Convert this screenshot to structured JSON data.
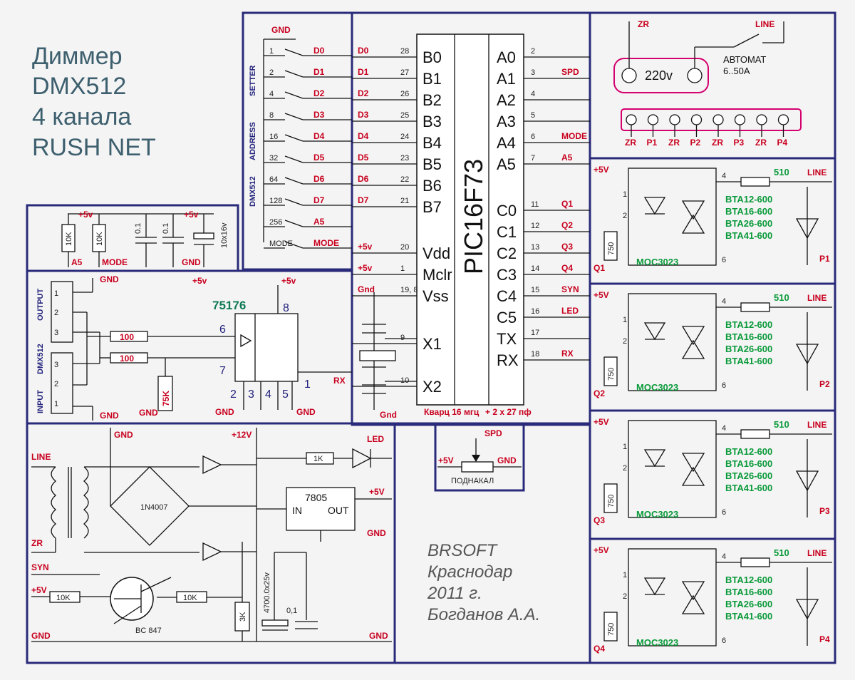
{
  "title": {
    "line1": "Диммер",
    "line2": "DMX512",
    "line3": "4 канала",
    "line4": "RUSH NET"
  },
  "mcu": {
    "name": "PIC16F73",
    "left_pins": [
      {
        "label": "B0",
        "num": "28",
        "net": "D0"
      },
      {
        "label": "B1",
        "num": "27",
        "net": "D1"
      },
      {
        "label": "B2",
        "num": "26",
        "net": "D2"
      },
      {
        "label": "B3",
        "num": "25",
        "net": "D3"
      },
      {
        "label": "B4",
        "num": "24",
        "net": "D4"
      },
      {
        "label": "B5",
        "num": "23",
        "net": "D5"
      },
      {
        "label": "B6",
        "num": "22",
        "net": "D6"
      },
      {
        "label": "B7",
        "num": "21",
        "net": "D7"
      },
      {
        "label": "Vdd",
        "num": "20",
        "net": "+5v"
      },
      {
        "label": "Mclr",
        "num": "1",
        "net": "+5v"
      },
      {
        "label": "Vss",
        "num": "19, 8",
        "net": "Gnd"
      },
      {
        "label": "X1",
        "num": "9",
        "net": ""
      },
      {
        "label": "X2",
        "num": "10",
        "net": ""
      }
    ],
    "right_pins": [
      {
        "label": "A0",
        "num": "2",
        "net": ""
      },
      {
        "label": "A1",
        "num": "3",
        "net": "SPD"
      },
      {
        "label": "A2",
        "num": "4",
        "net": ""
      },
      {
        "label": "A3",
        "num": "5",
        "net": ""
      },
      {
        "label": "A4",
        "num": "6",
        "net": "MODE"
      },
      {
        "label": "A5",
        "num": "7",
        "net": "A5"
      },
      {
        "label": "C0",
        "num": "11",
        "net": "Q1"
      },
      {
        "label": "C1",
        "num": "12",
        "net": "Q2"
      },
      {
        "label": "C2",
        "num": "13",
        "net": "Q3"
      },
      {
        "label": "C3",
        "num": "14",
        "net": "Q4"
      },
      {
        "label": "C4",
        "num": "15",
        "net": "SYN"
      },
      {
        "label": "C5",
        "num": "16",
        "net": "LED"
      },
      {
        "label": "TX",
        "num": "17",
        "net": ""
      },
      {
        "label": "RX",
        "num": "18",
        "net": "RX"
      }
    ],
    "crystal_note": "Кварц 16 мгц",
    "cap_note": "+ 2 x 27 пф",
    "gnd_bottom": "Gnd"
  },
  "switches": {
    "vertical_labels": [
      "SETTER",
      "ADDRESS",
      "DMX512"
    ],
    "gnd": "GND",
    "rows": [
      {
        "value": "1",
        "net": "D0"
      },
      {
        "value": "2",
        "net": "D1"
      },
      {
        "value": "4",
        "net": "D2"
      },
      {
        "value": "8",
        "net": "D3"
      },
      {
        "value": "16",
        "net": "D4"
      },
      {
        "value": "32",
        "net": "D5"
      },
      {
        "value": "64",
        "net": "D6"
      },
      {
        "value": "128",
        "net": "D7"
      },
      {
        "value": "256",
        "net": "A5"
      },
      {
        "value": "MODE",
        "net": "MODE"
      }
    ]
  },
  "pullups": {
    "r1": "10K",
    "r2": "10K",
    "c1": "0.1",
    "c2": "0.1",
    "c3": "10x16v",
    "plus5": "+5v",
    "plus5b": "+5v",
    "a5": "A5",
    "mode": "MODE",
    "gnd": "GND"
  },
  "dmx": {
    "chip": "75176",
    "output": "OUTPUT",
    "dmx512": "DMX512",
    "input": "INPUT",
    "r100a": "100",
    "r100b": "100",
    "r75k": "75K",
    "gnd": "GND",
    "plus5": "+5v",
    "rx": "RX",
    "pins": {
      "p6": "6",
      "p7": "7",
      "p8": "8",
      "p1": "1",
      "p2": "2",
      "p3": "3",
      "p4": "4",
      "p5": "5"
    },
    "conn_out": [
      "1",
      "2",
      "3"
    ],
    "conn_in": [
      "3",
      "2",
      "1"
    ]
  },
  "mains": {
    "zr": "ZR",
    "line": "LINE",
    "socket": "220v",
    "breaker": "АВТОМАТ",
    "breaker_range": "6..50A",
    "terminals": [
      "ZR",
      "P1",
      "ZR",
      "P2",
      "ZR",
      "P3",
      "ZR",
      "P4"
    ]
  },
  "channels": [
    {
      "plus5": "+5V",
      "q": "Q1",
      "p": "P1",
      "r750": "750",
      "r510": "510",
      "line": "LINE",
      "moc": "MOC3023",
      "triacs": [
        "BTA12-600",
        "BTA16-600",
        "BTA26-600",
        "BTA41-600"
      ],
      "pins": [
        "1",
        "2",
        "4",
        "6"
      ]
    },
    {
      "plus5": "+5V",
      "q": "Q2",
      "p": "P2",
      "r750": "750",
      "r510": "510",
      "line": "LINE",
      "moc": "MOC3023",
      "triacs": [
        "BTA12-600",
        "BTA16-600",
        "BTA26-600",
        "BTA41-600"
      ],
      "pins": [
        "1",
        "2",
        "4",
        "6"
      ]
    },
    {
      "plus5": "+5V",
      "q": "Q3",
      "p": "P3",
      "r750": "750",
      "r510": "510",
      "line": "LINE",
      "moc": "MOC3023",
      "triacs": [
        "BTA12-600",
        "BTA16-600",
        "BTA26-600",
        "BTA41-600"
      ],
      "pins": [
        "1",
        "2",
        "4",
        "6"
      ]
    },
    {
      "plus5": "+5V",
      "q": "Q4",
      "p": "P4",
      "r750": "750",
      "r510": "510",
      "line": "LINE",
      "moc": "MOC3023",
      "triacs": [
        "BTA12-600",
        "BTA16-600",
        "BTA26-600",
        "BTA41-600"
      ],
      "pins": [
        "1",
        "2",
        "4",
        "6"
      ]
    }
  ],
  "power": {
    "line": "LINE",
    "zr": "ZR",
    "gnd": "GND",
    "plus12": "+12V",
    "bridge": "1N4007",
    "r1k": "1K",
    "led": "LED",
    "reg": "7805",
    "reg_in": "IN",
    "reg_out": "OUT",
    "plus5": "+5V",
    "gnd2": "GND",
    "syn": "SYN",
    "plus5b": "+5V",
    "r10k_a": "10K",
    "r10k_b": "10K",
    "transistor": "BC 847",
    "r3k": "3K",
    "cap_big": "4700.0x25v",
    "cap_small": "0,1",
    "gnd3": "GND",
    "gnd4": "GND"
  },
  "pot": {
    "spd": "SPD",
    "plus5": "+5V",
    "gnd": "GND",
    "name": "ПОДНАКАЛ"
  },
  "credits": {
    "l1": "BRSOFT",
    "l2": "Краснодар",
    "l3": "2011 г.",
    "l4": "Богданов А.А."
  }
}
